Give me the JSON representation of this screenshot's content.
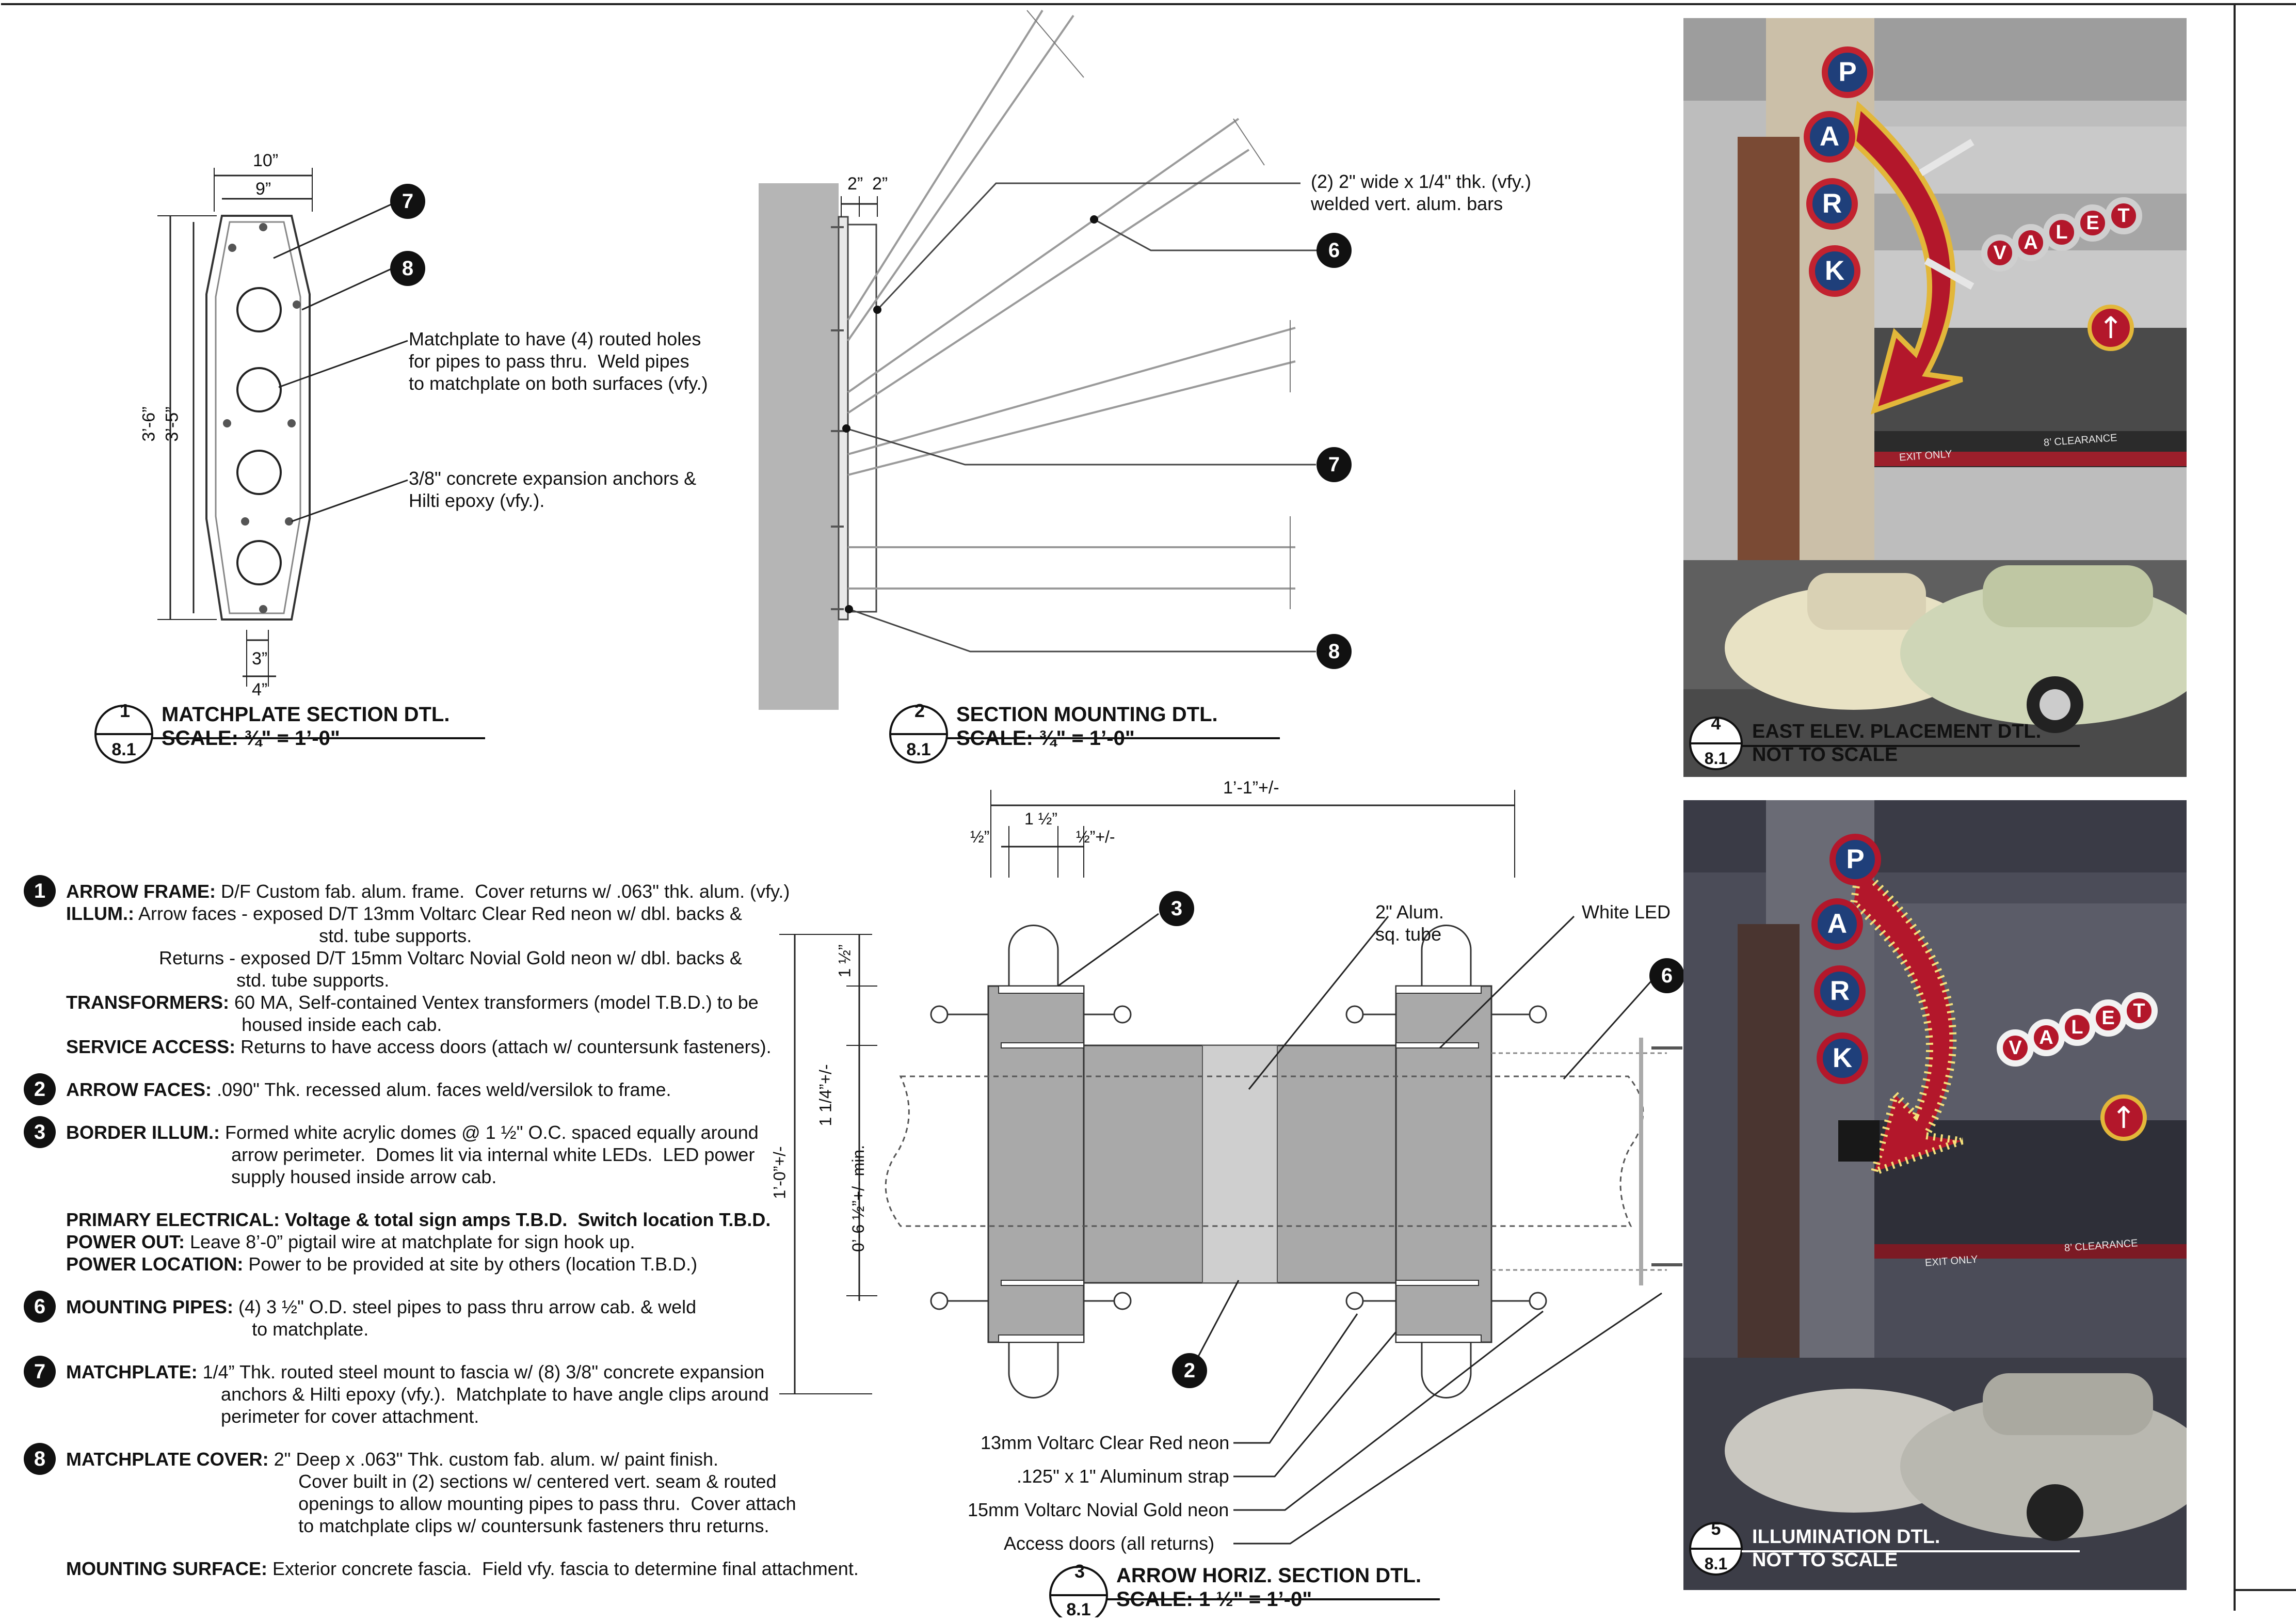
{
  "details": {
    "d1": {
      "num": "1",
      "sheet": "8.1",
      "title": "MATCHPLATE SECTION DTL.",
      "scale": "SCALE: ¾\" = 1’-0\""
    },
    "d2": {
      "num": "2",
      "sheet": "8.1",
      "title": "SECTION MOUNTING DTL.",
      "scale": "SCALE: ¾\" = 1’-0\""
    },
    "d3": {
      "num": "3",
      "sheet": "8.1",
      "title": "ARROW HORIZ. SECTION DTL.",
      "scale": "SCALE: 1 ½\" = 1’-0\""
    },
    "d4": {
      "num": "4",
      "sheet": "8.1",
      "title": "EAST ELEV. PLACEMENT DTL.",
      "scale": "NOT TO SCALE"
    },
    "d5": {
      "num": "5",
      "sheet": "8.1",
      "title": "ILLUMINATION DTL.",
      "scale": "NOT TO SCALE"
    }
  },
  "matchplate": {
    "dim_10": "10”",
    "dim_9": "9”",
    "dim_36": "3’-6”",
    "dim_35": "3’-5”",
    "dim_3": "3”",
    "dim_4": "4”",
    "callout_holes": "Matchplate to have (4) routed holes\nfor pipes to pass thru.  Weld pipes\nto matchplate on both surfaces (vfy.)",
    "callout_anchors": "3/8\" concrete expansion anchors &\nHilti epoxy (vfy.).",
    "tag_7": "7",
    "tag_8": "8"
  },
  "mounting": {
    "dim_2a": "2”",
    "dim_2b": "2”",
    "callout_bars": "(2) 2\" wide x 1/4\" thk. (vfy.)\nwelded vert. alum. bars",
    "tag_6": "6",
    "tag_7": "7",
    "tag_8": "8"
  },
  "arrow_section": {
    "dim_overall": "1’-1”+/-",
    "dim_1half": "1 ½”",
    "dim_half_a": "½”",
    "dim_half_b": "½”+/-",
    "dim_v_1half": "1 ½”",
    "dim_v_114": "1 1/4”+/-",
    "dim_v_10": "1’-0”+/-",
    "dim_v_06": "0’-6 ½”+/- min.",
    "label_tube": "2\" Alum.\nsq. tube",
    "label_led": "White LED",
    "label_red": "13mm Voltarc Clear Red neon",
    "label_strap": ".125\" x 1\" Aluminum strap",
    "label_gold": "15mm Voltarc Novial Gold neon",
    "label_doors": "Access doors (all returns)",
    "tag_3": "3",
    "tag_2": "2",
    "tag_6": "6"
  },
  "notes": [
    {
      "tag": "1",
      "head": "ARROW FRAME:",
      "body": " D/F Custom fab. alum. frame.  Cover returns w/ .063\" thk. alum. (vfy.)"
    },
    {
      "tag": "",
      "head": "ILLUM.:",
      "body": " Arrow faces - exposed D/T 13mm Voltarc Clear Red neon w/ dbl. backs &"
    },
    {
      "tag": "",
      "head": "",
      "body": "                                                 std. tube supports."
    },
    {
      "tag": "",
      "head": "",
      "body": "                  Returns - exposed D/T 15mm Voltarc Novial Gold neon w/ dbl. backs &"
    },
    {
      "tag": "",
      "head": "",
      "body": "                                 std. tube supports."
    },
    {
      "tag": "",
      "head": "TRANSFORMERS:",
      "body": " 60 MA, Self-contained Ventex transformers (model T.B.D.) to be"
    },
    {
      "tag": "",
      "head": "",
      "body": "                                  housed inside each cab."
    },
    {
      "tag": "",
      "head": "SERVICE ACCESS:",
      "body": " Returns to have access doors (attach w/ countersunk fasteners)."
    },
    {
      "tag": "2",
      "head": "ARROW FACES:",
      "body": " .090\" Thk. recessed alum. faces weld/versilok to frame."
    },
    {
      "tag": "3",
      "head": "BORDER ILLUM.:",
      "body": " Formed white acrylic domes @ 1 ½\" O.C. spaced equally around"
    },
    {
      "tag": "",
      "head": "",
      "body": "                                arrow perimeter.  Domes lit via internal white LEDs.  LED power"
    },
    {
      "tag": "",
      "head": "",
      "body": "                                supply housed inside arrow cab."
    },
    {
      "tag": "",
      "head": "PRIMARY ELECTRICAL: Voltage & total sign amps T.B.D.  Switch location T.B.D.",
      "body": ""
    },
    {
      "tag": "",
      "head": "POWER OUT:",
      "body": " Leave 8’-0” pigtail wire at matchplate for sign hook up."
    },
    {
      "tag": "",
      "head": "POWER LOCATION:",
      "body": " Power to be provided at site by others (location T.B.D.)"
    },
    {
      "tag": "6",
      "head": "MOUNTING PIPES:",
      "body": " (4) 3 ½\" O.D. steel pipes to pass thru arrow cab. & weld"
    },
    {
      "tag": "",
      "head": "",
      "body": "                                    to matchplate."
    },
    {
      "tag": "7",
      "head": "MATCHPLATE:",
      "body": " 1/4” Thk. routed steel mount to fascia w/ (8) 3/8\" concrete expansion"
    },
    {
      "tag": "",
      "head": "",
      "body": "                              anchors & Hilti epoxy (vfy.).  Matchplate to have angle clips around"
    },
    {
      "tag": "",
      "head": "",
      "body": "                              perimeter for cover attachment."
    },
    {
      "tag": "8",
      "head": "MATCHPLATE COVER:",
      "body": " 2\" Deep x .063\" Thk. custom fab. alum. w/ paint finish."
    },
    {
      "tag": "",
      "head": "",
      "body": "                                             Cover built in (2) sections w/ centered vert. seam & routed"
    },
    {
      "tag": "",
      "head": "",
      "body": "                                             openings to allow mounting pipes to pass thru.  Cover attach"
    },
    {
      "tag": "",
      "head": "",
      "body": "                                             to matchplate clips w/ countersunk fasteners thru returns."
    },
    {
      "tag": "",
      "head": "MOUNTING SURFACE:",
      "body": " Exterior concrete fascia.  Field vfy. fascia to determine final attachment."
    }
  ],
  "sign": {
    "letters": [
      "P",
      "A",
      "R",
      "K"
    ],
    "valet": [
      "V",
      "A",
      "L",
      "E",
      "T"
    ],
    "clearance": "8’ CLEARANCE",
    "exit_only": "EXIT ONLY"
  },
  "colors": {
    "red": "#b3172b",
    "gold": "#e2b73a",
    "blue": "#1f3f7a",
    "gray": "#a9a9a9"
  }
}
